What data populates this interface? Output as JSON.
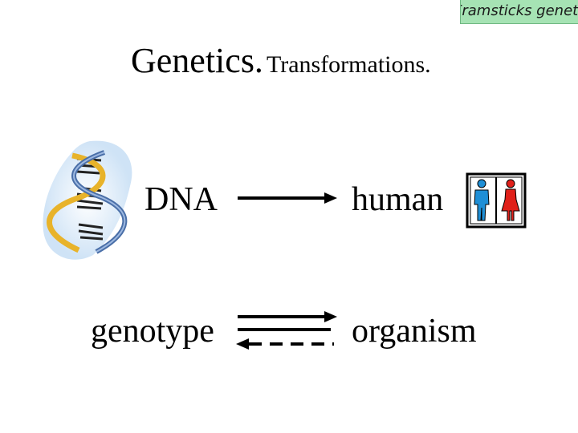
{
  "badge": {
    "text": "Framsticks genetics"
  },
  "title": {
    "main": "Genetics.",
    "sub": "Transformations."
  },
  "rows": [
    {
      "left": "DNA",
      "right": "human"
    },
    {
      "left": "genotype",
      "right": "organism"
    }
  ],
  "icons": {
    "dna": "dna-helix-icon",
    "people": "man-woman-icon"
  },
  "colors": {
    "badge_bg": "#a6e3b4",
    "man": "#1f8fd6",
    "woman": "#e0201a",
    "helix": "#e8b32a"
  }
}
